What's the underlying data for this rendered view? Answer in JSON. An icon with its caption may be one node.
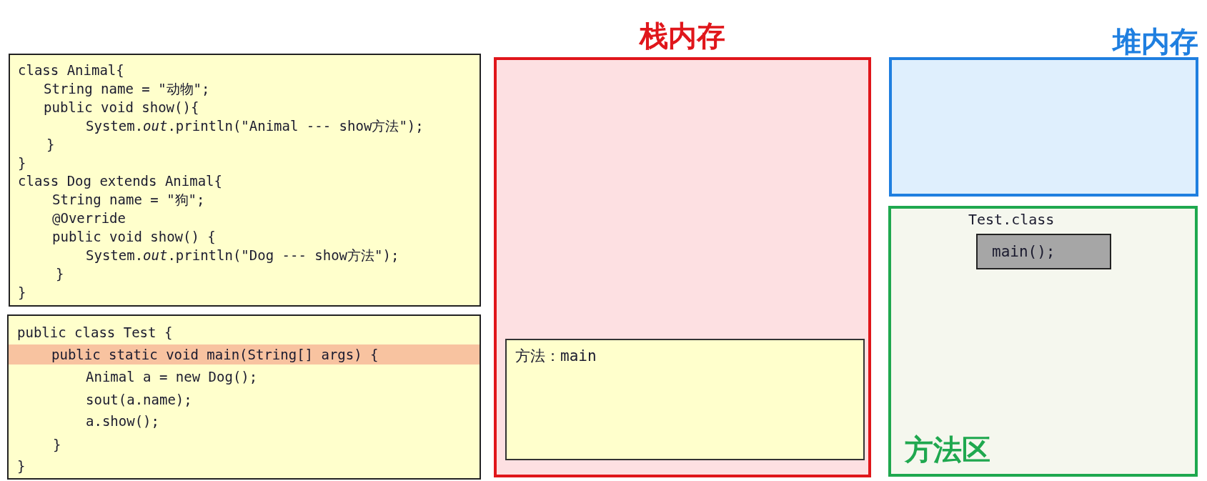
{
  "diagram": {
    "nodes": [
      {
        "text": [
          "class Animal{",
          "String name = \"动物\";",
          "public void show(){",
          "System.*out*.println(\"Animal --- show方法\");",
          "}",
          "}",
          "class Dog extends Animal{",
          "String name = \"狗\";",
          "@Override",
          "public void show() {",
          "System.*out*.println(\"Dog --- show方法\");",
          "}",
          "}"
        ]
      },
      {
        "text": [
          "public class Test {",
          "public static void main(String[] args) {",
          "Animal a = new Dog();",
          "sout(a.name);",
          "a.show();",
          "}",
          "}"
        ]
      },
      {
        "text": [
          "栈内存"
        ]
      },
      {
        "text": [
          "方法：main"
        ],
        "in": 2
      },
      {
        "text": [
          "堆内存"
        ]
      },
      {
        "text": [
          "方法区"
        ]
      },
      {
        "text": [
          "main();"
        ],
        "beside": [
          "Test.class"
        ],
        "in": 5
      }
    ]
  }
}
